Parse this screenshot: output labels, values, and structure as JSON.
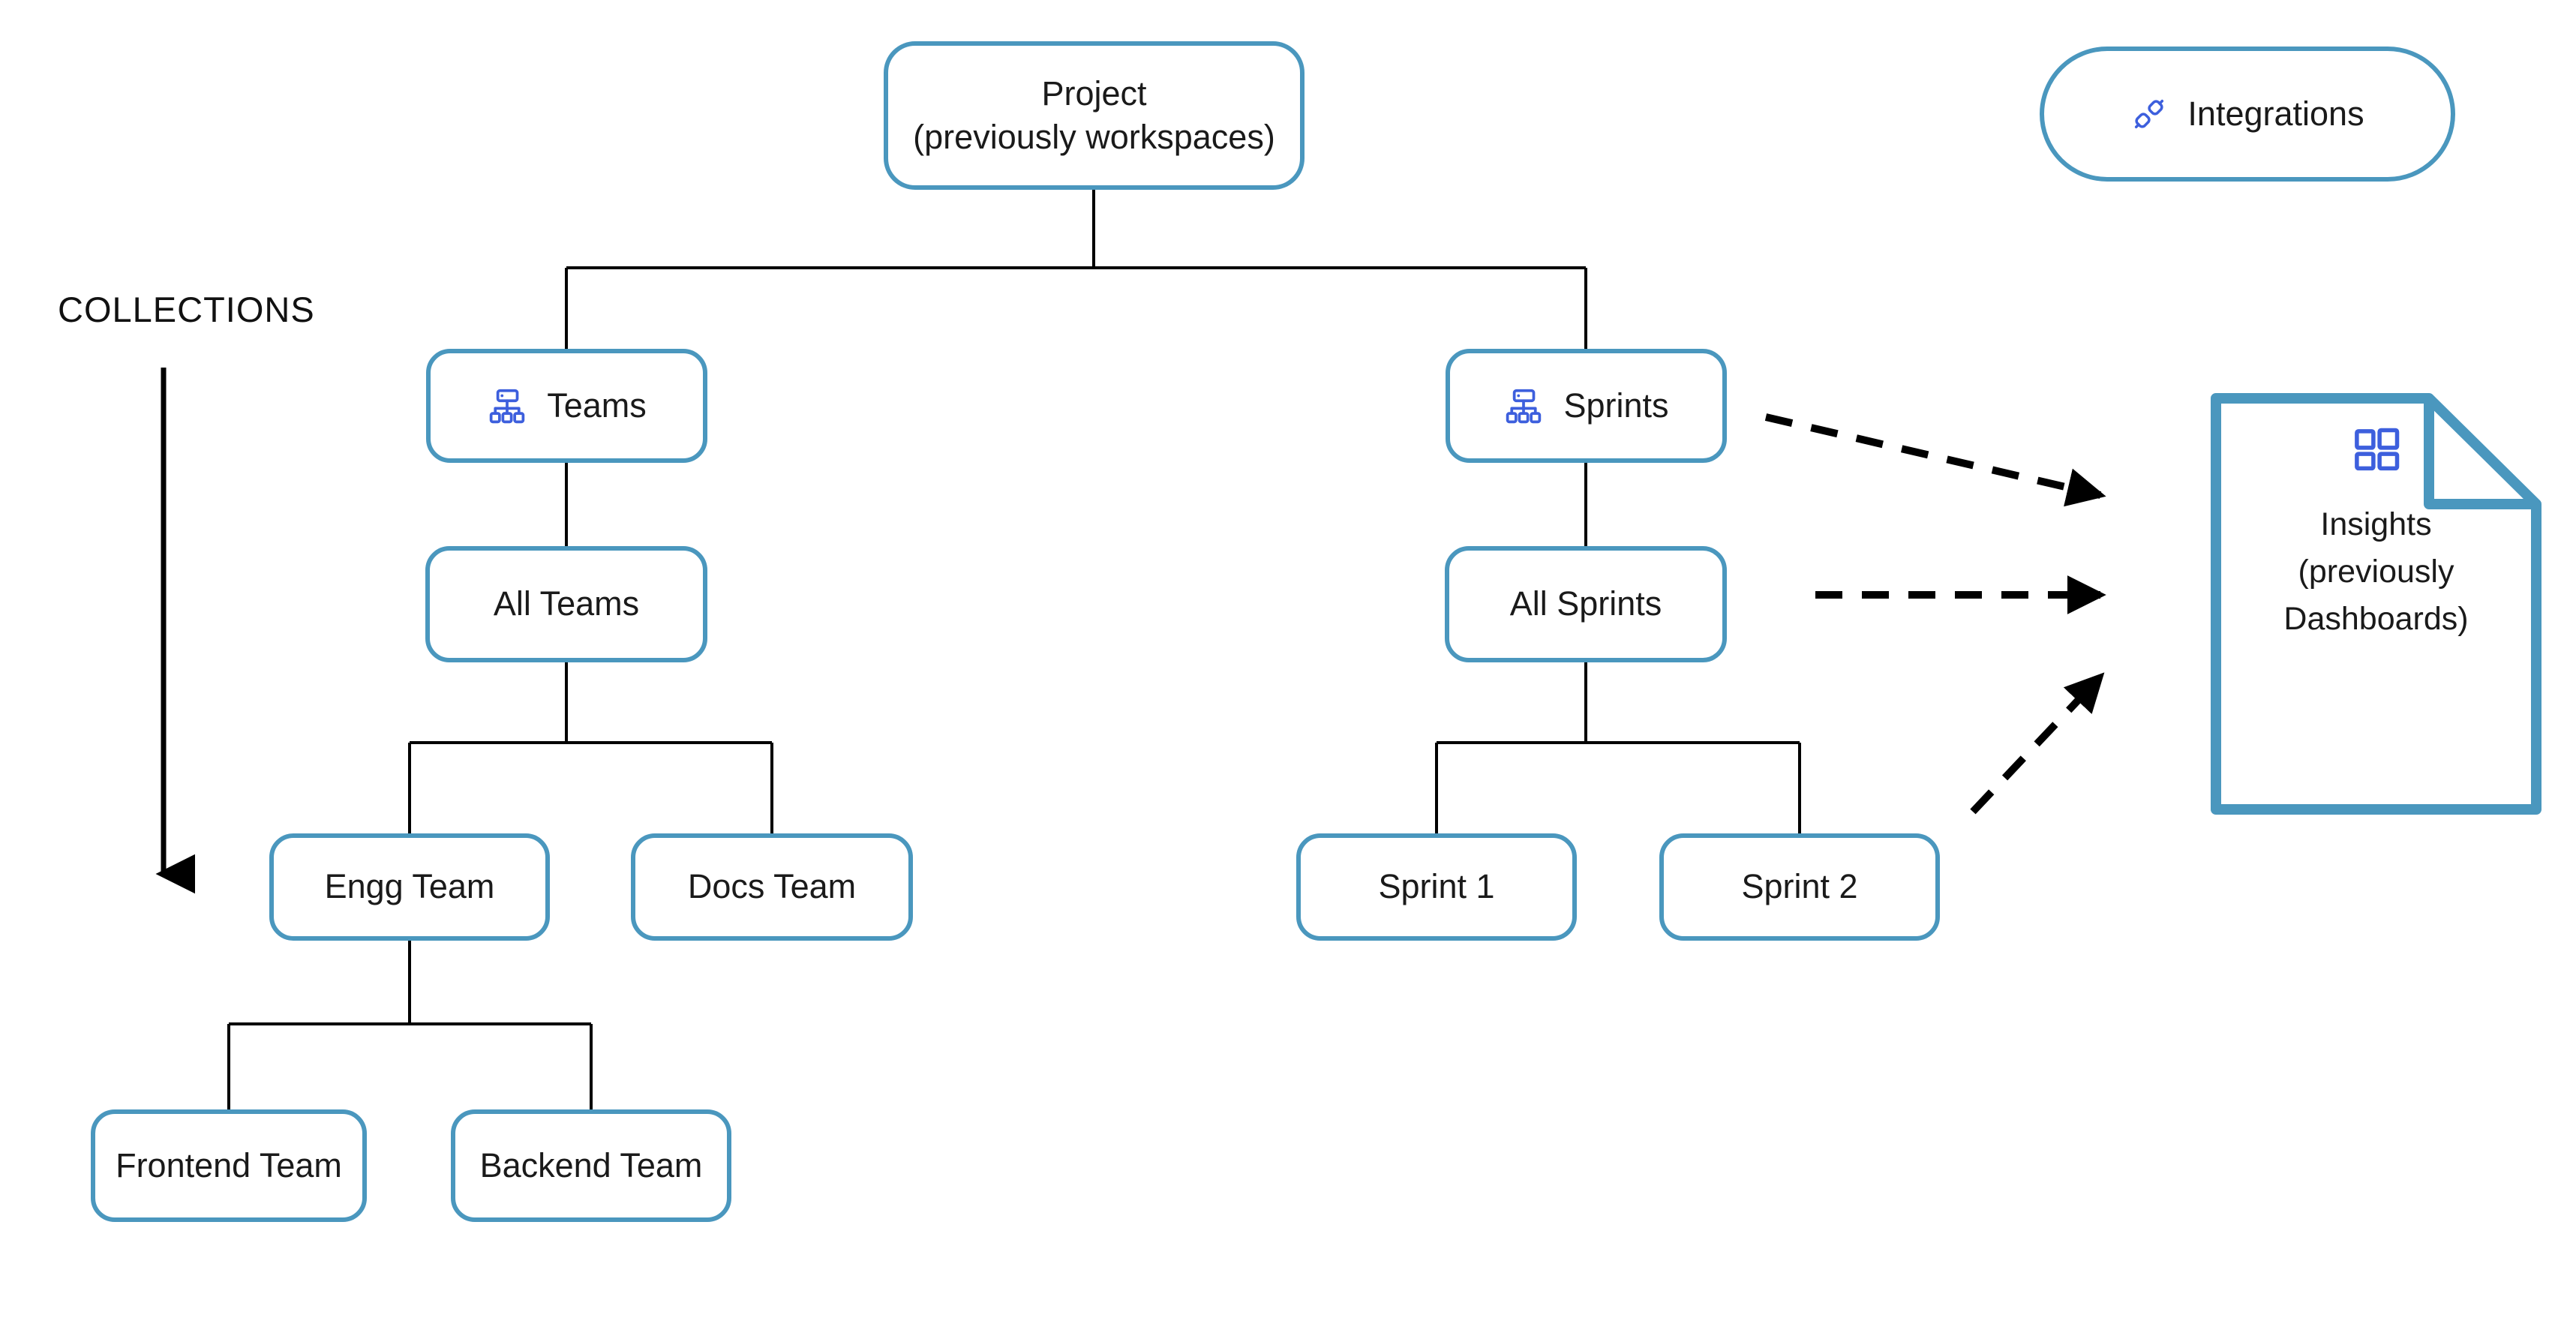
{
  "diagram": {
    "collections_label": "COLLECTIONS",
    "nodes": {
      "project": {
        "line1": "Project",
        "line2": "(previously workspaces)"
      },
      "integrations": {
        "label": "Integrations",
        "icon": "plug-connection-icon"
      },
      "teams": {
        "label": "Teams",
        "icon": "org-hierarchy-icon"
      },
      "sprints": {
        "label": "Sprints",
        "icon": "org-hierarchy-icon"
      },
      "all_teams": {
        "label": "All Teams"
      },
      "all_sprints": {
        "label": "All Sprints"
      },
      "engg_team": {
        "label": "Engg Team"
      },
      "docs_team": {
        "label": "Docs Team"
      },
      "sprint_1": {
        "label": "Sprint 1"
      },
      "sprint_2": {
        "label": "Sprint 2"
      },
      "frontend_team": {
        "label": "Frontend Team"
      },
      "backend_team": {
        "label": "Backend Team"
      },
      "insights": {
        "line1": "Insights",
        "line2": "(previously",
        "line3": "Dashboards)",
        "icon": "dashboard-grid-icon",
        "shape": "document-with-folded-corner"
      }
    },
    "edges": [
      {
        "from": "project",
        "to": "teams",
        "style": "solid"
      },
      {
        "from": "project",
        "to": "sprints",
        "style": "solid"
      },
      {
        "from": "teams",
        "to": "all_teams",
        "style": "solid"
      },
      {
        "from": "all_teams",
        "to": "engg_team",
        "style": "solid"
      },
      {
        "from": "all_teams",
        "to": "docs_team",
        "style": "solid"
      },
      {
        "from": "engg_team",
        "to": "frontend_team",
        "style": "solid"
      },
      {
        "from": "engg_team",
        "to": "backend_team",
        "style": "solid"
      },
      {
        "from": "sprints",
        "to": "all_sprints",
        "style": "solid"
      },
      {
        "from": "all_sprints",
        "to": "sprint_1",
        "style": "solid"
      },
      {
        "from": "all_sprints",
        "to": "sprint_2",
        "style": "solid"
      },
      {
        "from": "sprints",
        "to": "insights",
        "style": "dashed-arrow"
      },
      {
        "from": "all_sprints",
        "to": "insights",
        "style": "dashed-arrow"
      },
      {
        "from": "sprint_2",
        "to": "insights",
        "style": "dashed-arrow"
      },
      {
        "from": "collections_label",
        "to": "frontend_team_level",
        "style": "solid-arrow-down"
      }
    ],
    "colors": {
      "node_border": "#4a97be",
      "icon_blue": "#3d5fdd",
      "line_black": "#000000",
      "text": "#1a1a1a"
    }
  }
}
